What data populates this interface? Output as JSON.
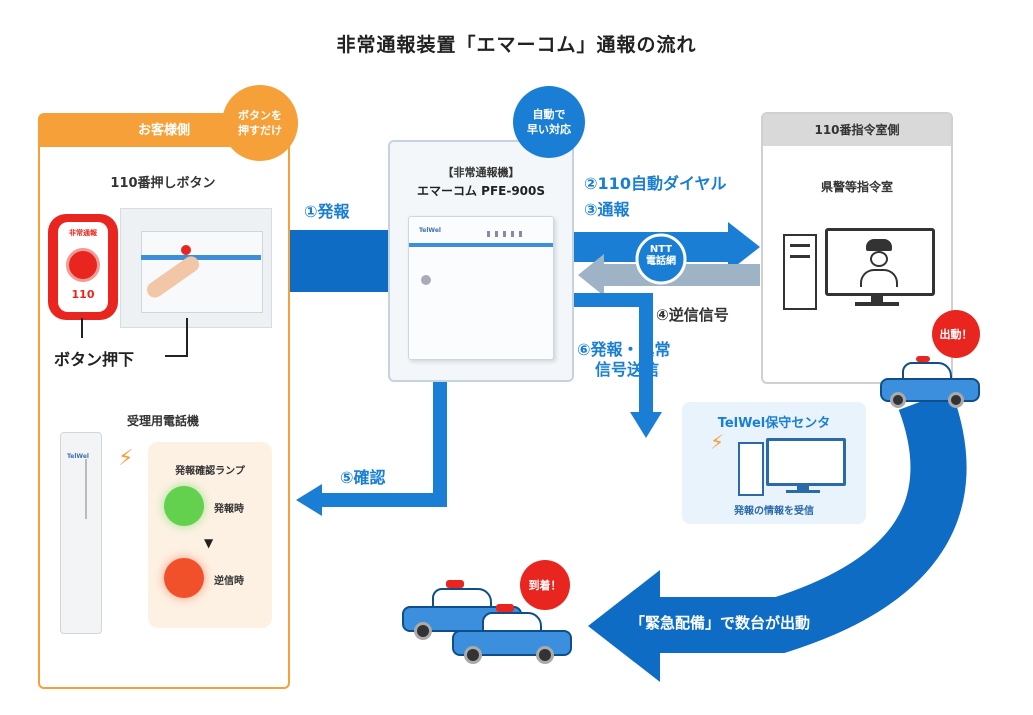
{
  "title": "非常通報装置「エマーコム」通報の流れ",
  "customer": {
    "header": "お客様側",
    "badge": "ボタンを\n押すだけ",
    "button_title": "110番押しボタン",
    "button_face_top": "非常通報",
    "button_face_num": "110",
    "press_label": "ボタン押下",
    "phone_title": "受理用電話機",
    "phone_brand": "TelWel",
    "lamp_title": "発報確認ランプ",
    "lamp_green_label": "発報時",
    "lamp_red_label": "逆信時"
  },
  "device": {
    "badge": "自動で\n早い対応",
    "line1": "【非常通報機】",
    "line2": "エマーコム PFE-900S",
    "panel_brand": "TelWel"
  },
  "police": {
    "header": "110番指令室側",
    "label": "県警等指令室",
    "dispatch_badge": "出動！"
  },
  "ntt": {
    "line1": "NTT",
    "line2": "電話網"
  },
  "steps": {
    "s1": "①発報",
    "s2": "②110自動ダイヤル",
    "s3": "③通報",
    "s4": "④逆信信号",
    "s5": "⑤確認",
    "s6a": "⑥発報・異常",
    "s6b": "信号送信"
  },
  "center": {
    "title": "TelWel保守センタ",
    "caption": "発報の情報を受信"
  },
  "arrival": {
    "badge": "到着！",
    "caption": "「緊急配備」で数台が出動"
  },
  "colors": {
    "orange": "#f6a03a",
    "blue": "#1a7fd4",
    "navy": "#0e6cc4",
    "gray_header": "#d9d9d9",
    "red": "#e8261f"
  }
}
